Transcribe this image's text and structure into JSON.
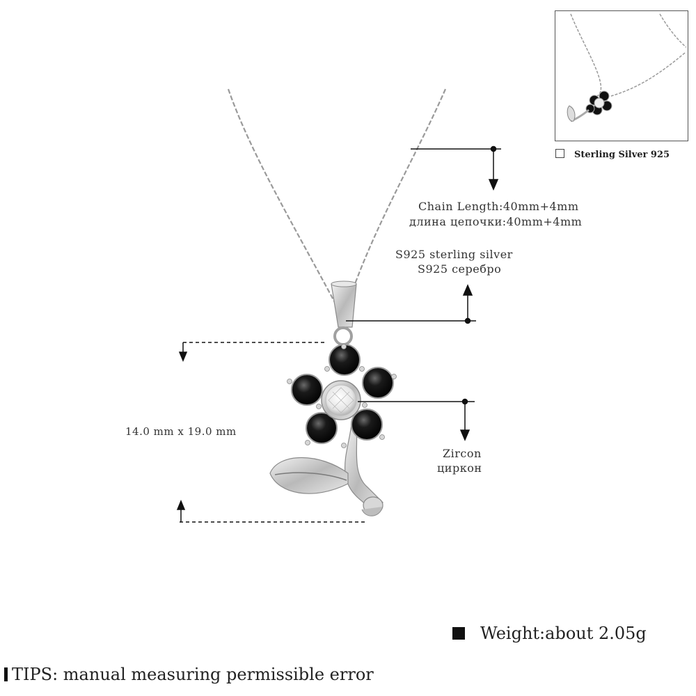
{
  "labels": {
    "chain_length_en": "Chain Length:40mm+4mm",
    "chain_length_ru": "длина цепочки:40mm+4mm",
    "material_en": "S925 sterling silver",
    "material_ru": "S925 серебро",
    "dimensions": "14.0 mm x 19.0 mm",
    "stone_en": "Zircon",
    "stone_ru": "циркон"
  },
  "thumbnail": {
    "caption": "Sterling Silver 925"
  },
  "weight": "Weight:about 2.05g",
  "tips": "TIPS: manual measuring permissible error",
  "colors": {
    "silver": "#c8c8c8",
    "black_stone": "#111111",
    "zircon": "#f4f4f4",
    "line": "#111111"
  }
}
